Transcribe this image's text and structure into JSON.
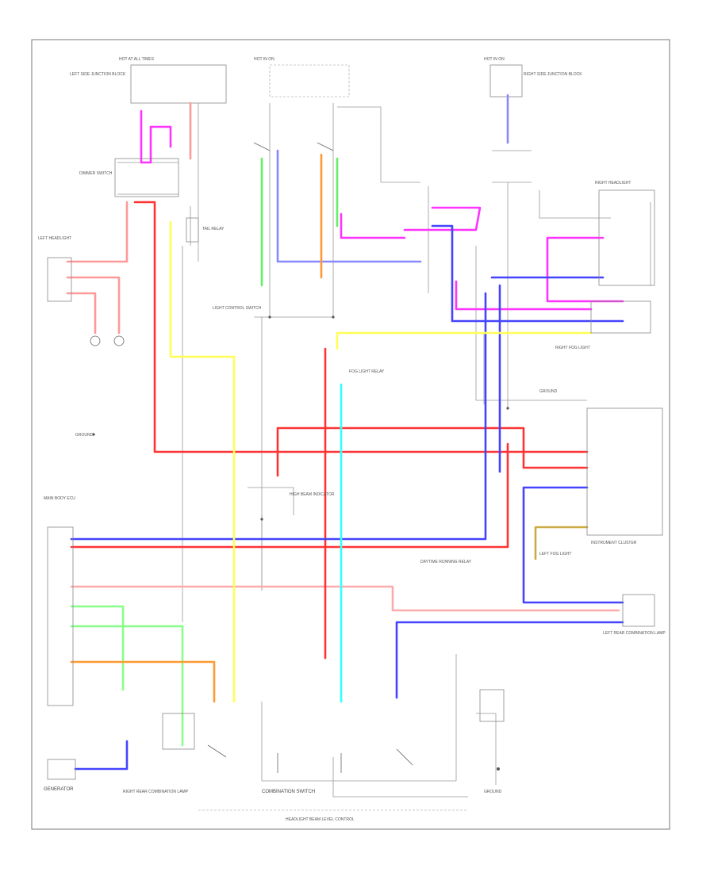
{
  "diagram": {
    "frame_id": "",
    "components": {
      "generator": "GENERATOR",
      "combination_switch": "COMBINATION SWITCH",
      "headlight_beam_level_control": "HEADLIGHT BEAM LEVEL CONTROL",
      "instrument_cluster": "INSTRUMENT CLUSTER",
      "left_headlight": "LEFT HEADLIGHT",
      "right_headlight": "RIGHT HEADLIGHT",
      "left_rear_combination_lamp": "LEFT REAR COMBINATION LAMP",
      "right_rear_combination_lamp": "RIGHT REAR COMBINATION LAMP",
      "left_side_junction_block": "LEFT SIDE JUNCTION BLOCK",
      "right_side_junction_block": "RIGHT SIDE JUNCTION BLOCK",
      "main_body_ecu": "MAIN BODY ECU",
      "light_control_switch": "LIGHT CONTROL SWITCH",
      "dimmer_switch": "DIMMER SWITCH",
      "tail_relay": "TAIL RELAY",
      "fog_light_relay": "FOG LIGHT RELAY",
      "left_fog_light": "LEFT FOG LIGHT",
      "right_fog_light": "RIGHT FOG LIGHT",
      "high_beam_indicator": "HIGH BEAM INDICATOR",
      "daytime_running_relay": "DAYTIME RUNNING RELAY",
      "ground": "GROUND",
      "hot_at_all_times": "HOT AT ALL TIMES",
      "hot_in_on": "HOT IN ON"
    }
  }
}
